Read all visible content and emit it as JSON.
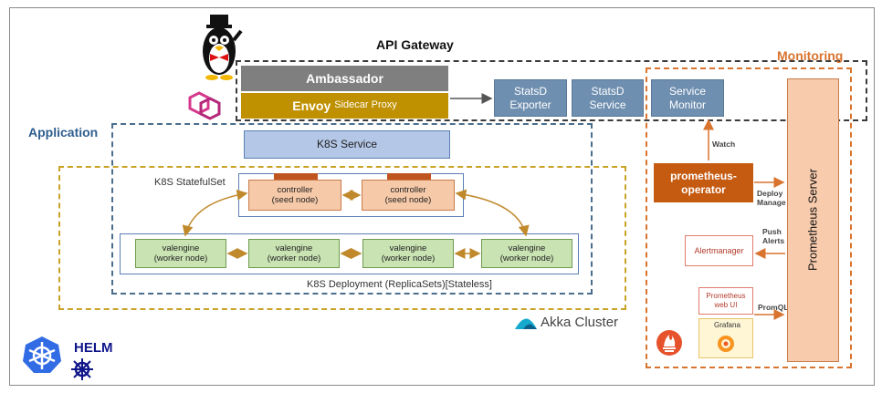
{
  "labels": {
    "api_gateway": "API Gateway",
    "monitoring": "Monitoring",
    "application": "Application",
    "ambassador": "Ambassador",
    "envoy_main": "Envoy",
    "envoy_sub": "Sidecar Proxy",
    "k8s_service": "K8S Service",
    "statsd_exporter": "StatsD\nExporter",
    "statsd_service": "StatsD\nService",
    "service_monitor": "Service\nMonitor",
    "statefulset": "K8S StatefulSet",
    "controller": "controller\n(seed node)",
    "valengine": "valengine\n(worker node)",
    "deployment": "K8S Deployment (ReplicaSets)[Stateless]",
    "akka_cluster": "Akka Cluster",
    "prometheus_operator": "prometheus-\noperator",
    "watch": "Watch",
    "deploy_manage": "Deploy\nManage",
    "push_alerts": "Push\nAlerts",
    "alertmanager": "Alertmanager",
    "prometheus_webui": "Prometheus\nweb UI",
    "promql": "PromQL",
    "grafana": "Grafana",
    "prometheus_server": "Prometheus Server",
    "helm": "HELM"
  },
  "colors": {
    "ambassador": "#7f7f7f",
    "envoy": "#bf9000",
    "k8s_service": "#b4c7e7",
    "statsd": "#6f8fb0",
    "controller": "#f6c9a8",
    "valengine": "#c9e3b3",
    "operator": "#c55a11",
    "prometheus_server": "#f8cbad",
    "kubernetes": "#326ce5",
    "envoy_logo": "#d6388d",
    "akka": "#15a9ce"
  }
}
